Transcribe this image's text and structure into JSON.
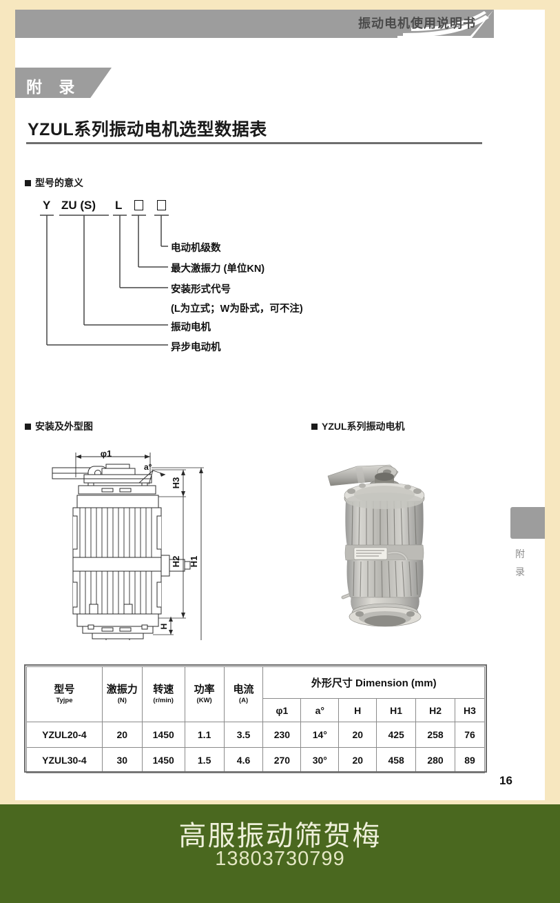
{
  "header": {
    "title": "振动电机使用说明书"
  },
  "appendix_tab": {
    "label": "附 录"
  },
  "section": {
    "title": "YZUL系列振动电机选型数据表"
  },
  "model_meaning": {
    "heading": "型号的意义",
    "code_tokens": [
      "Y",
      "ZU (S)",
      "L"
    ],
    "code_boxes": 2,
    "descriptions": [
      "电动机级数",
      "最大激振力 (单位KN)",
      "安装形式代号",
      "(L为立式；W为卧式，可不注)",
      "振动电机",
      "异步电动机"
    ]
  },
  "drawing": {
    "heading": "安装及外型图",
    "dimension_labels": [
      "φ1",
      "a°",
      "H3",
      "H2",
      "H1",
      "H"
    ]
  },
  "photo": {
    "heading": "YZUL系列振动电机"
  },
  "side_tab": {
    "chars": [
      "附",
      "录"
    ]
  },
  "table": {
    "headers_main": [
      {
        "zh": "型号",
        "en": "Tyjpe"
      },
      {
        "zh": "激振力",
        "en": "(N)"
      },
      {
        "zh": "转速",
        "en": "(r/min)"
      },
      {
        "zh": "功率",
        "en": "(KW)"
      },
      {
        "zh": "电流",
        "en": "(A)"
      }
    ],
    "dimension_group": "外形尺寸 Dimension (mm)",
    "dimension_cols": [
      "φ1",
      "a°",
      "H",
      "H1",
      "H2",
      "H3"
    ],
    "rows": [
      {
        "model": "YZUL20-4",
        "force": "20",
        "speed": "1450",
        "power": "1.1",
        "current": "3.5",
        "phi1": "230",
        "angle": "14°",
        "h": "20",
        "h1": "425",
        "h2": "258",
        "h3": "76"
      },
      {
        "model": "YZUL30-4",
        "force": "30",
        "speed": "1450",
        "power": "1.5",
        "current": "4.6",
        "phi1": "270",
        "angle": "30°",
        "h": "20",
        "h1": "458",
        "h2": "280",
        "h3": "89"
      }
    ]
  },
  "page_number": "16",
  "footer": {
    "title": "高服振动筛贺梅",
    "phone": "13803730799"
  },
  "colors": {
    "page_border": "#f7e7bf",
    "header_gray": "#9d9d9d",
    "footer_green": "#4a681f",
    "footer_text": "#eef0da",
    "rule_gray": "#6e6e6e"
  }
}
